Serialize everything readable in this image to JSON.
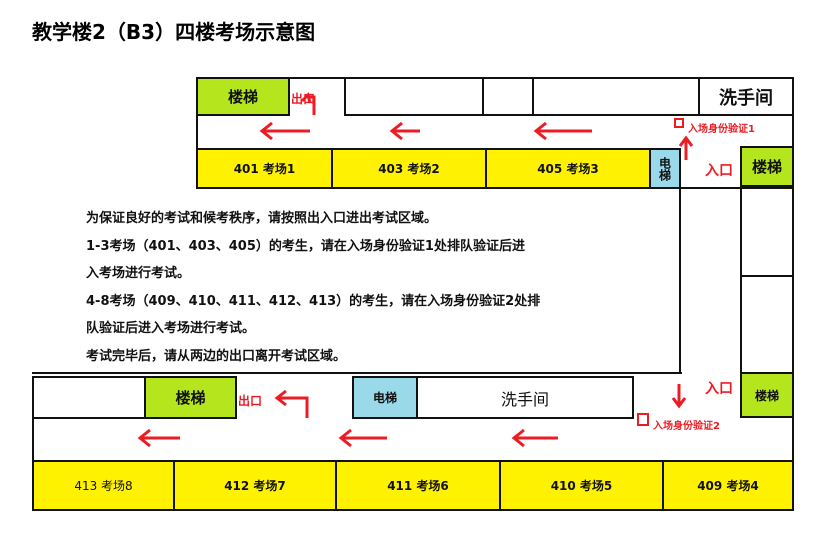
{
  "title": "教学楼2（B3）四楼考场示意图",
  "top": {
    "stair": "楼梯",
    "restroom": "洗手间",
    "exit": "出口",
    "elevator": "电梯",
    "entry": "入口",
    "verify": "入场身份验证1",
    "right_stair": "楼梯",
    "rooms": [
      "401   考场1",
      "403  考场2",
      "405  考场3"
    ]
  },
  "notes": [
    "为保证良好的考试和候考秩序，请按照出入口进出考试区域。",
    "1-3考场（401、403、405）的考生，请在入场身份验证1处排队验证后进",
    "入考场进行考试。",
    "4-8考场（409、410、411、412、413）的考生，请在入场身份验证2处排",
    "队验证后进入考场进行考试。",
    "考试完毕后，请从两边的出口离开考试区域。"
  ],
  "bottom": {
    "stair": "楼梯",
    "exit": "出口",
    "elevator": "电梯",
    "restroom": "洗手间",
    "entry": "入口",
    "verify": "入场身份验证2",
    "right_stair": "楼梯",
    "rooms": [
      "413  考场8",
      "412  考场7",
      "411  考场6",
      "410  考场5",
      "409  考场4"
    ]
  }
}
